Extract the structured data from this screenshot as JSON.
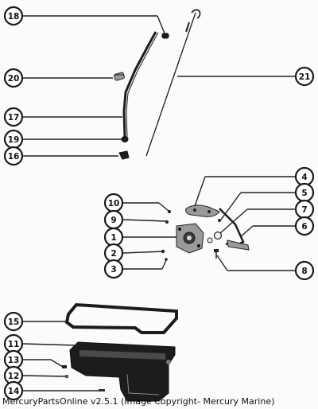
{
  "callouts": [
    {
      "id": "18",
      "label": "18"
    },
    {
      "id": "20",
      "label": "20"
    },
    {
      "id": "21",
      "label": "21"
    },
    {
      "id": "17",
      "label": "17"
    },
    {
      "id": "19",
      "label": "19"
    },
    {
      "id": "16",
      "label": "16"
    },
    {
      "id": "4",
      "label": "4"
    },
    {
      "id": "5",
      "label": "5"
    },
    {
      "id": "7",
      "label": "7"
    },
    {
      "id": "6",
      "label": "6"
    },
    {
      "id": "10",
      "label": "10"
    },
    {
      "id": "9",
      "label": "9"
    },
    {
      "id": "1",
      "label": "1"
    },
    {
      "id": "2",
      "label": "2"
    },
    {
      "id": "3",
      "label": "3"
    },
    {
      "id": "8",
      "label": "8"
    },
    {
      "id": "15",
      "label": "15"
    },
    {
      "id": "11",
      "label": "11"
    },
    {
      "id": "13",
      "label": "13"
    },
    {
      "id": "12",
      "label": "12"
    },
    {
      "id": "14",
      "label": "14"
    }
  ],
  "watermark": "MercuryPartsOnline v2.5.1 (Image Copyright- Mercury Marine)"
}
